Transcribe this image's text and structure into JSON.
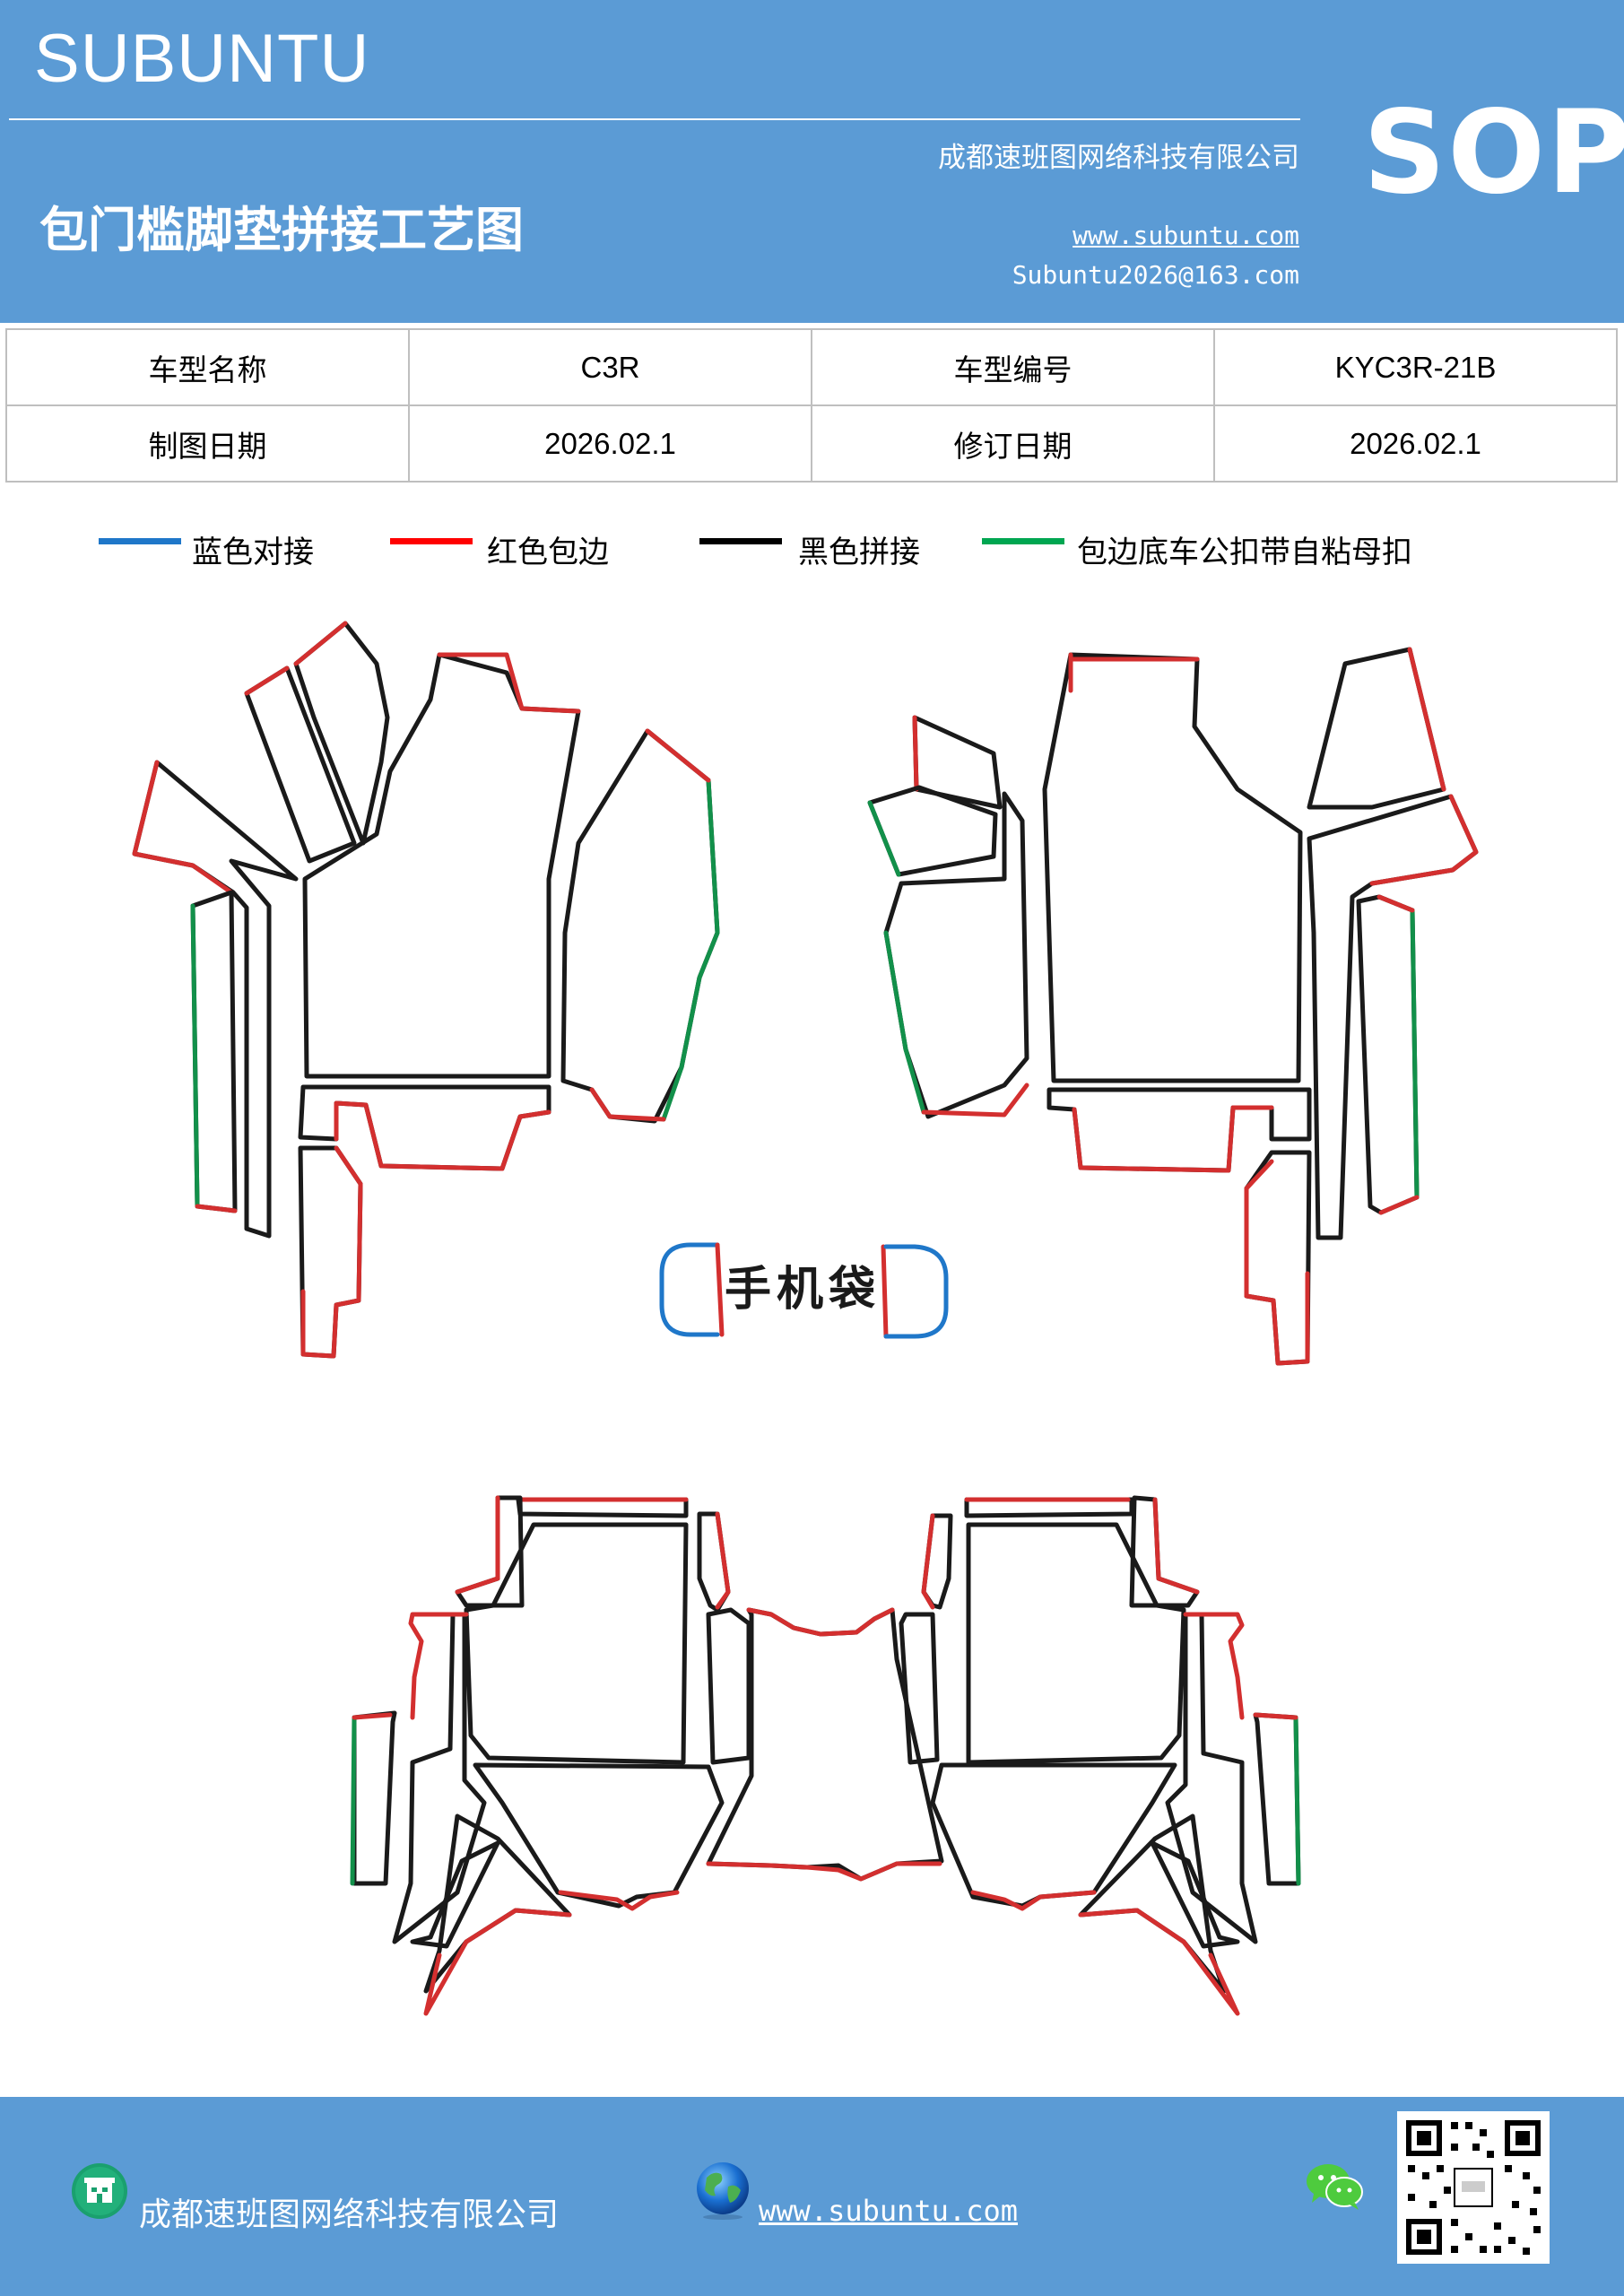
{
  "header": {
    "brand": "SUBUNTU",
    "company": "成都速班图网络科技有限公司",
    "title": "包门槛脚垫拼接工艺图",
    "website": "www.subuntu.com",
    "email": "Subuntu2026@163.com",
    "badge": "SOP"
  },
  "info_table": {
    "rows": [
      [
        {
          "label": "车型名称"
        },
        {
          "value": "C3R"
        },
        {
          "label": "车型编号"
        },
        {
          "value": "KYC3R-21B"
        }
      ],
      [
        {
          "label": "制图日期"
        },
        {
          "value": "2026.02.1"
        },
        {
          "label": "修订日期"
        },
        {
          "value": "2026.02.1"
        }
      ]
    ]
  },
  "legend": [
    {
      "label": "蓝色对接",
      "color": "#1f77c9"
    },
    {
      "label": "红色包边",
      "color": "#ff0000"
    },
    {
      "label": "黑色拼接",
      "color": "#000000"
    },
    {
      "label": "包边底车公扣带自粘母扣",
      "color": "#00a651"
    }
  ],
  "diagram": {
    "phone_bag_label": "手机袋",
    "colors": {
      "blue": "#1f77c9",
      "red": "#d32f2f",
      "black": "#1a1a1a",
      "green": "#12904a"
    }
  },
  "footer": {
    "company": "成都速班图网络科技有限公司",
    "website": "www.subuntu.com",
    "icons": [
      "building-icon",
      "globe-icon",
      "wechat-icon",
      "qr-code"
    ]
  }
}
